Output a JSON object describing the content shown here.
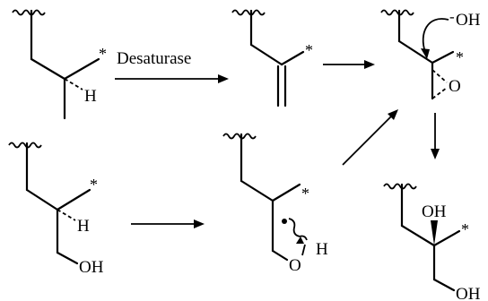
{
  "labels": {
    "enzyme": "Desaturase",
    "h_top": "H",
    "h_mid_left": "H",
    "oh_mid_left": "OH",
    "o_epoxide": "O",
    "oh_hydroxide": "OH",
    "minus_sign": "-",
    "o_ring": "O",
    "h_ring": "H",
    "oh_diol_top": "OH",
    "oh_diol_bottom": "OH",
    "star": "*"
  }
}
